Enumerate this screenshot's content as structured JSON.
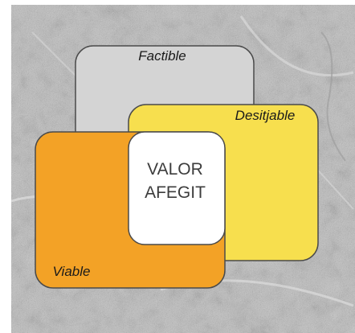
{
  "diagram": {
    "sets": [
      {
        "id": "factible",
        "label": "Factible",
        "color": "#d4d4d4"
      },
      {
        "id": "desitjable",
        "label": "Desitjable",
        "color": "#f7df4e"
      },
      {
        "id": "viable",
        "label": "Viable",
        "color": "#f3a226"
      }
    ],
    "intersection": {
      "line1": "VALOR",
      "line2": "AFEGIT",
      "color": "#ffffff"
    },
    "background": "aerial-city-map-grayscale"
  }
}
